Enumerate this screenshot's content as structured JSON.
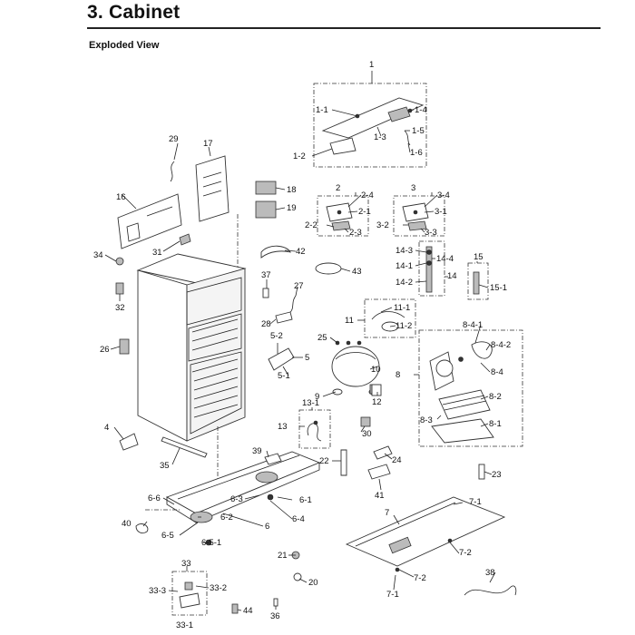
{
  "header": {
    "section_title": "3.  Cabinet",
    "subtitle": "Exploded View"
  },
  "callouts": [
    "1",
    "1-1",
    "1-2",
    "1-3",
    "1-4",
    "1-5",
    "1-6",
    "2",
    "2-1",
    "2-2",
    "2-3",
    "2-4",
    "3",
    "3-1",
    "3-2",
    "3-3",
    "3-4",
    "4",
    "5",
    "5-1",
    "5-2",
    "6",
    "6-1",
    "6-2",
    "6-3",
    "6-4",
    "6-5",
    "6-5-1",
    "6-6",
    "7",
    "7-1",
    "7-2",
    "8",
    "8-1",
    "8-2",
    "8-3",
    "8-4",
    "8-4-1",
    "8-4-2",
    "9",
    "10",
    "11",
    "11-1",
    "11-2",
    "12",
    "13",
    "13-1",
    "14",
    "14-1",
    "14-2",
    "14-3",
    "14-4",
    "15",
    "15-1",
    "16",
    "17",
    "18",
    "19",
    "20",
    "21",
    "22",
    "23",
    "24",
    "25",
    "26",
    "27",
    "28",
    "29",
    "30",
    "31",
    "32",
    "33",
    "33-1",
    "33-2",
    "33-3",
    "34",
    "35",
    "36",
    "37",
    "38",
    "39",
    "40",
    "41",
    "42",
    "43",
    "44"
  ]
}
